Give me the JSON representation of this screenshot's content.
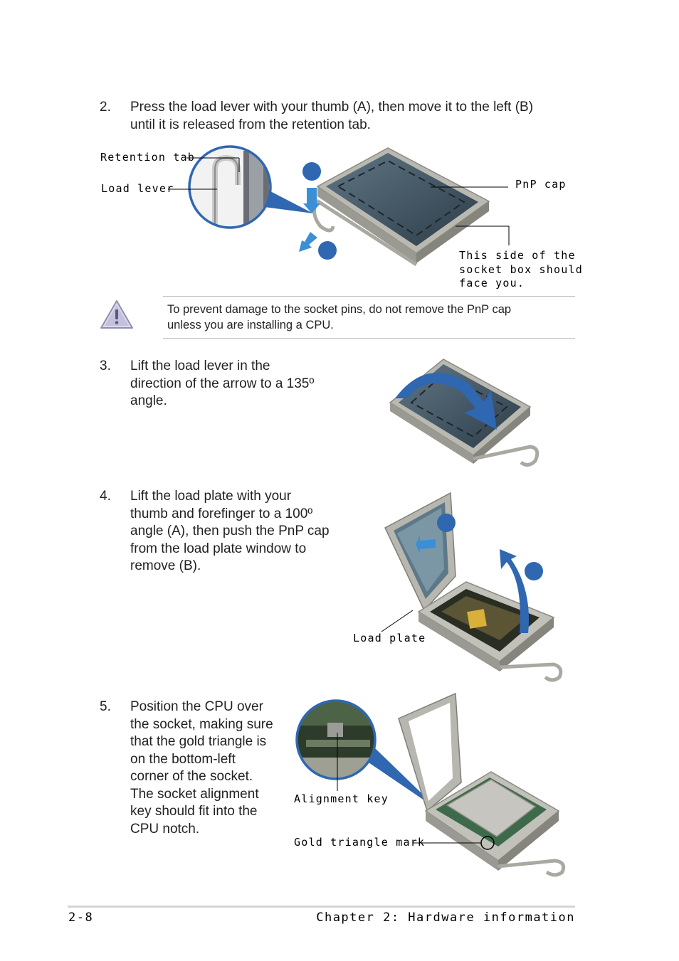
{
  "steps": [
    {
      "num": "2.",
      "lines": [
        "Press the load lever with your thumb (A), then move it to the left (B)",
        "until it is released from the retention tab."
      ]
    },
    {
      "num": "3.",
      "lines": [
        "Lift the load lever in the",
        "direction of the arrow to a 135º",
        "angle."
      ]
    },
    {
      "num": "4.",
      "lines": [
        "Lift the load plate with your",
        "thumb and forefinger to a 100º",
        "angle (A), then push the PnP cap",
        "from the load plate window to",
        "remove (B)."
      ]
    },
    {
      "num": "5.",
      "lines": [
        "Position the CPU over",
        "the socket, making sure",
        "that the gold triangle is",
        "on the bottom-left",
        "corner of the socket.",
        "The socket alignment",
        "key should fit into the",
        "CPU notch."
      ]
    }
  ],
  "figure1": {
    "labels": {
      "retention_tab": "Retention tab",
      "load_lever": "Load lever",
      "pnp_cap": "PnP cap",
      "socket_side": [
        "This side of the",
        "socket box should",
        "face you."
      ]
    }
  },
  "note": {
    "lines": [
      "To prevent damage to the socket pins, do not remove the PnP cap",
      "unless you are installing a CPU."
    ]
  },
  "figure3": {
    "labels": {
      "load_plate": "Load plate"
    }
  },
  "figure4": {
    "labels": {
      "alignment_key": "Alignment key",
      "gold_triangle": "Gold triangle mark"
    }
  },
  "footer": {
    "page": "2-8",
    "chapter": "Chapter 2: Hardware information"
  },
  "colors": {
    "accent_blue": "#2f67b1",
    "arrow_light_blue": "#3b8fd6",
    "socket_dark": "#3d4c5a",
    "metal": "#b8b8b0"
  }
}
